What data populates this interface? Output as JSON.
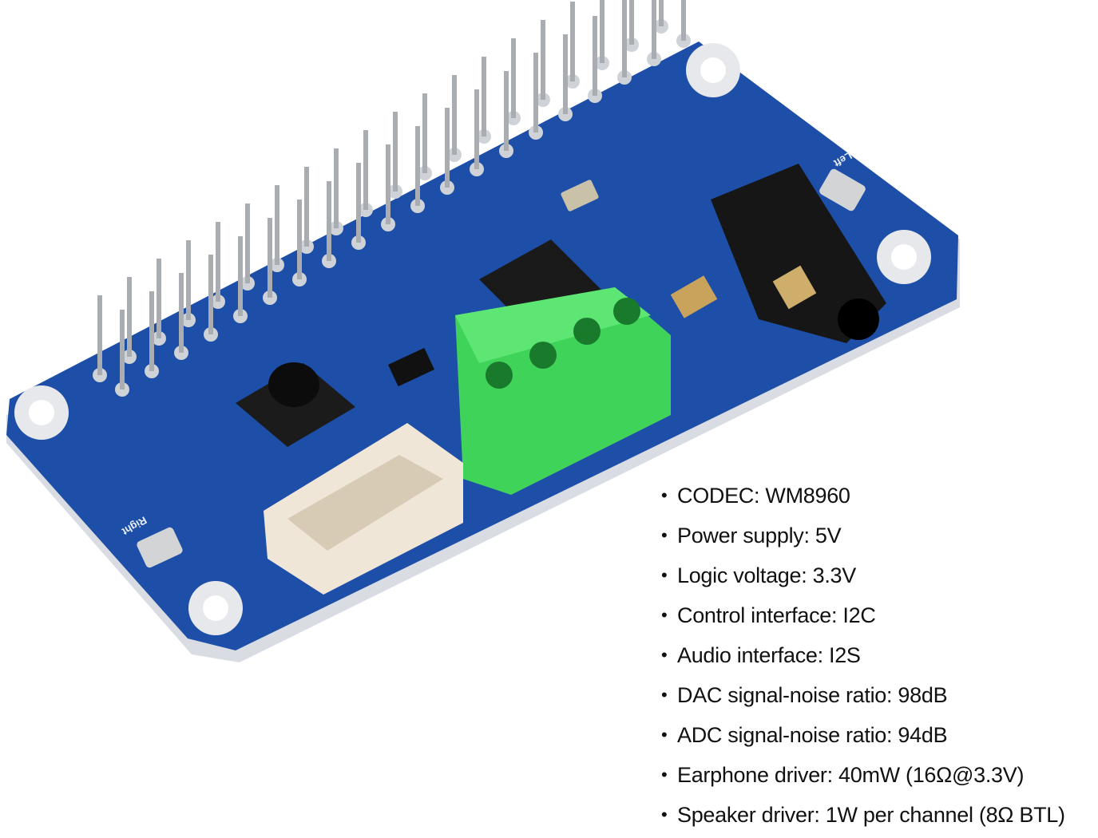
{
  "product": {
    "board_color": "#1d4fa8",
    "terminal_color": "#3fd35a",
    "silkscreen": {
      "left_label": "Left",
      "right_label": "Right"
    }
  },
  "specs": [
    "CODEC: WM8960",
    "Power supply: 5V",
    "Logic voltage: 3.3V",
    "Control interface: I2C",
    "Audio interface: I2S",
    "DAC signal-noise ratio: 98dB",
    "ADC signal-noise ratio: 94dB",
    "Earphone driver: 40mW (16Ω@3.3V)",
    "Speaker driver: 1W per channel (8Ω BTL)"
  ],
  "bullet": "•"
}
